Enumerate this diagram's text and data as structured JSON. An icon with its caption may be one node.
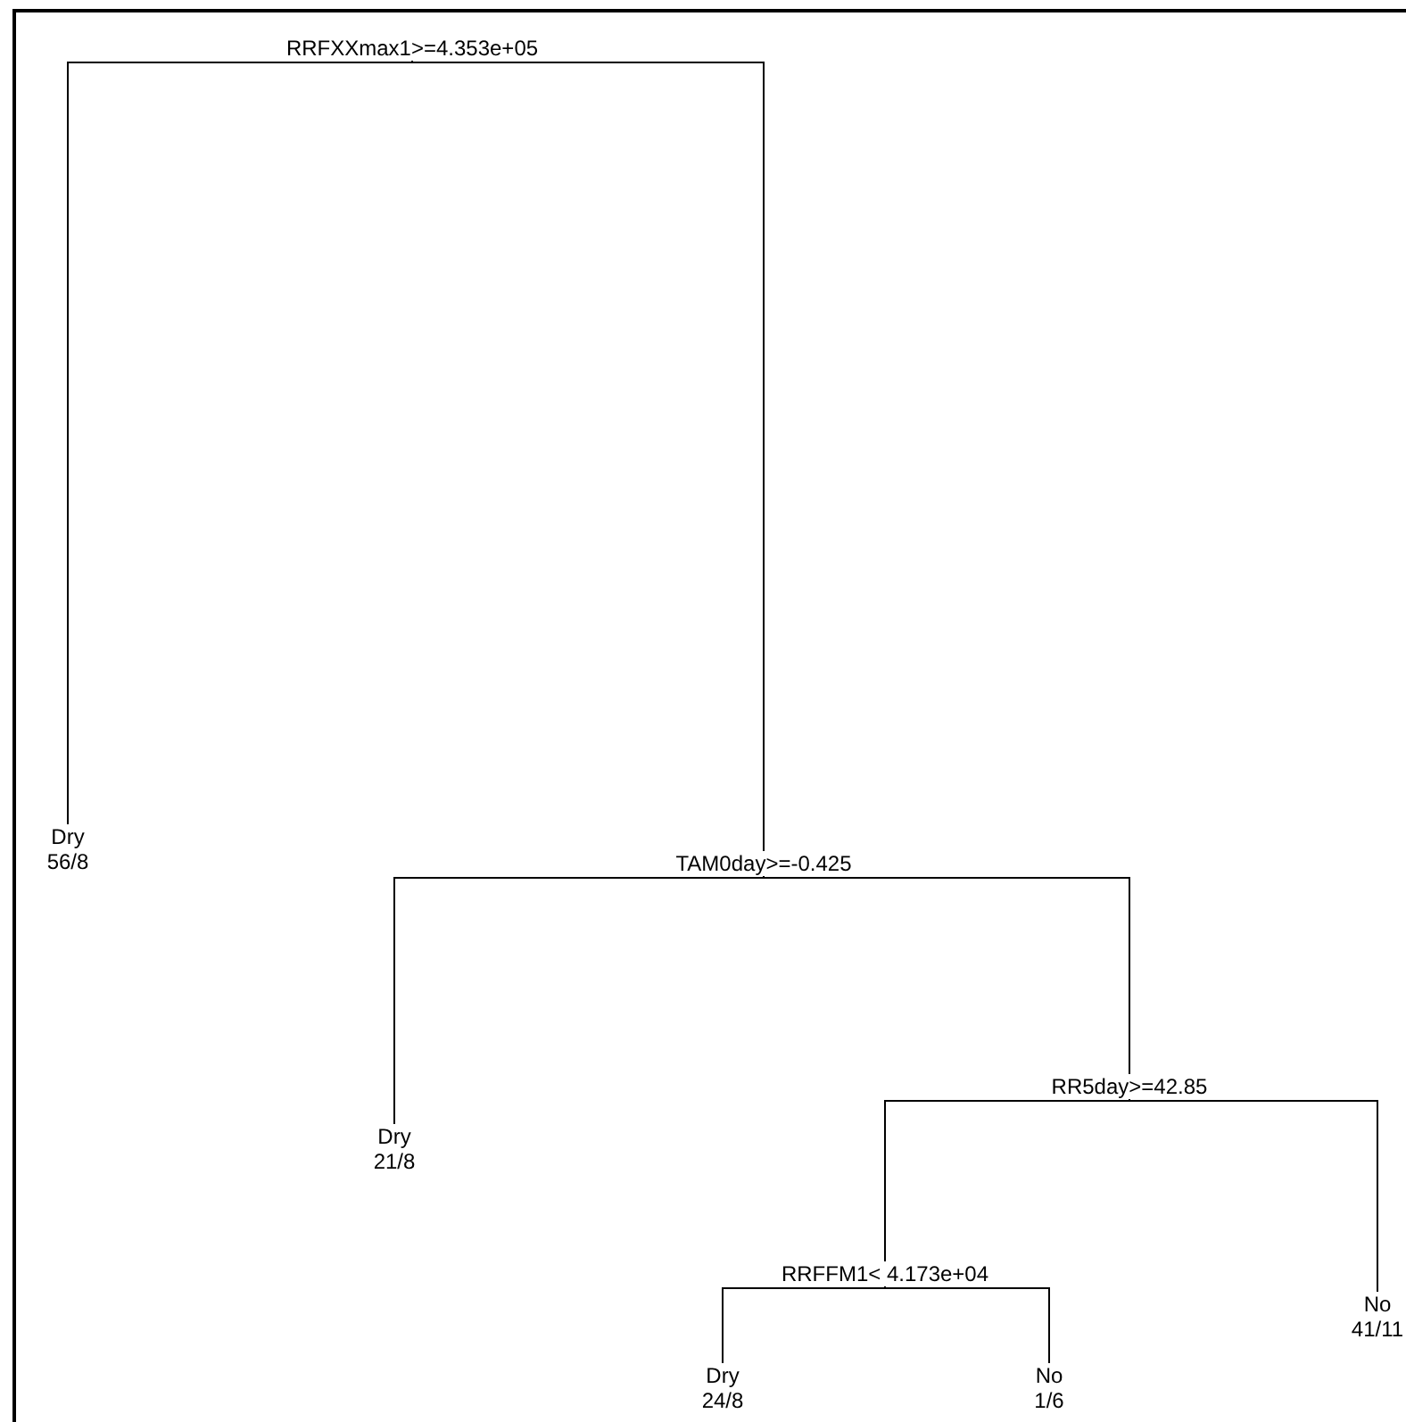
{
  "diagram": {
    "nodes": [
      {
        "text": [
          "RRFXXmax1>=4.353e+05"
        ]
      },
      {
        "text": [
          "Dry",
          "56/8"
        ]
      },
      {
        "text": [
          "TAM0day>=-0.425"
        ]
      },
      {
        "text": [
          "Dry",
          "21/8"
        ]
      },
      {
        "text": [
          "RR5day>=42.85"
        ]
      },
      {
        "text": [
          "RRFFM1< 4.173e+04"
        ]
      },
      {
        "text": [
          "Dry",
          "24/8"
        ]
      },
      {
        "text": [
          "No",
          "1/6"
        ]
      },
      {
        "text": [
          "No",
          "41/11"
        ]
      }
    ],
    "edges": [
      {
        "from": 0,
        "to": 1,
        "arrow": "none"
      },
      {
        "from": 0,
        "to": 2,
        "arrow": "none"
      },
      {
        "from": 2,
        "to": 3,
        "arrow": "none"
      },
      {
        "from": 2,
        "to": 4,
        "arrow": "none"
      },
      {
        "from": 4,
        "to": 5,
        "arrow": "none"
      },
      {
        "from": 4,
        "to": 8,
        "arrow": "none"
      },
      {
        "from": 5,
        "to": 6,
        "arrow": "none"
      },
      {
        "from": 5,
        "to": 7,
        "arrow": "none"
      }
    ]
  }
}
